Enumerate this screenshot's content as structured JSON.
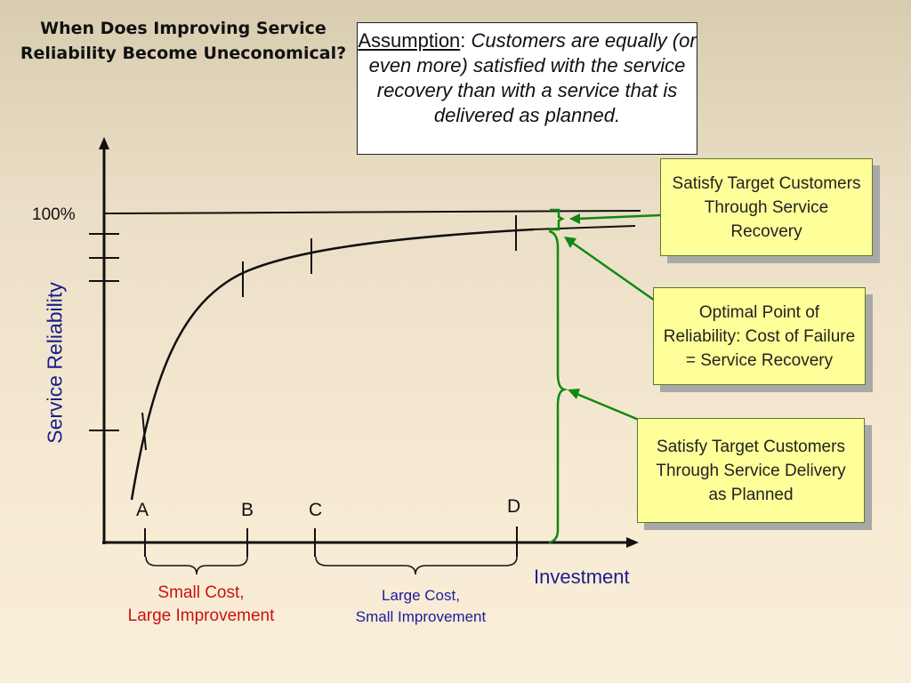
{
  "title": {
    "line1": "When Does Improving Service",
    "line2": "Reliability Become Uneconomical?"
  },
  "assumption": {
    "label": "Assumption",
    "colon": ":",
    "text": "Customers are equally (or even more) satisfied with the service recovery than with a service that is delivered as planned."
  },
  "callouts": {
    "recovery": "Satisfy Target Customers Through Service Recovery",
    "optimal": "Optimal Point of Reliability: Cost of Failure = Service Recovery",
    "delivery": "Satisfy Target Customers Through Service Delivery as Planned"
  },
  "ghost_text": "Recovery",
  "axes": {
    "y_label": "Service Reliability",
    "x_label": "Investment",
    "y_max_label": "100%"
  },
  "points": {
    "a": "A",
    "b": "B",
    "c": "C",
    "d": "D"
  },
  "braces": {
    "small": {
      "line1": "Small Cost,",
      "line2": "Large Improvement"
    },
    "large": {
      "line1": "Large Cost,",
      "line2": "Small Improvement"
    }
  },
  "colors": {
    "axis_label": "#1c1c8c",
    "small_cost": "#cc1111",
    "large_cost": "#1c1c9c",
    "callout_fill": "#ffff99",
    "arrow": "#118811"
  }
}
